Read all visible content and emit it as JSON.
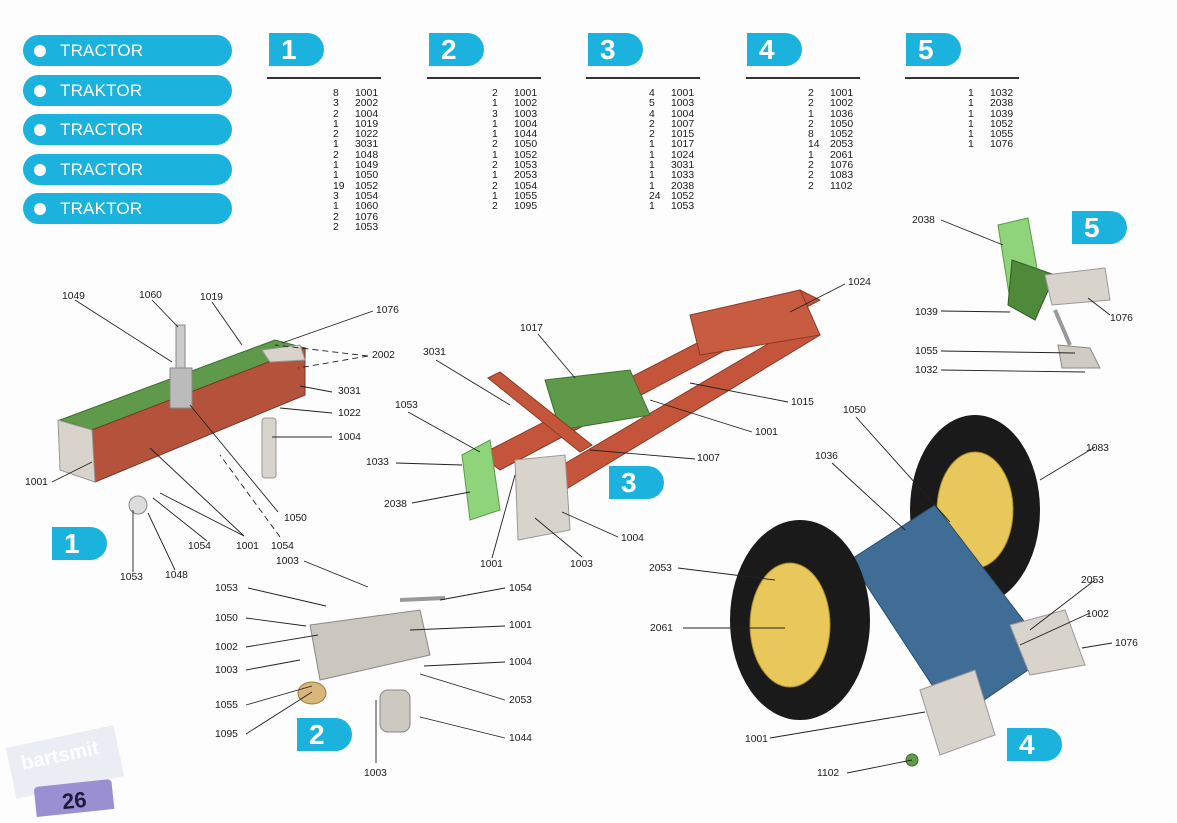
{
  "colors": {
    "accent": "#1bb3de",
    "text": "#1a1a1a",
    "page_tab": "#9a8fd0"
  },
  "titles": [
    "TRACTOR",
    "TRAKTOR",
    "TRACTOR",
    "TRACTOR",
    "TRAKTOR"
  ],
  "steps": [
    {
      "number": "1",
      "parts": [
        {
          "qty": "8",
          "part": "1001"
        },
        {
          "qty": "3",
          "part": "2002"
        },
        {
          "qty": "2",
          "part": "1004"
        },
        {
          "qty": "1",
          "part": "1019"
        },
        {
          "qty": "2",
          "part": "1022"
        },
        {
          "qty": "1",
          "part": "3031"
        },
        {
          "qty": "2",
          "part": "1048"
        },
        {
          "qty": "1",
          "part": "1049"
        },
        {
          "qty": "1",
          "part": "1050"
        },
        {
          "qty": "19",
          "part": "1052"
        },
        {
          "qty": "3",
          "part": "1054"
        },
        {
          "qty": "1",
          "part": "1060"
        },
        {
          "qty": "2",
          "part": "1076"
        },
        {
          "qty": "2",
          "part": "1053"
        }
      ]
    },
    {
      "number": "2",
      "parts": [
        {
          "qty": "2",
          "part": "1001"
        },
        {
          "qty": "1",
          "part": "1002"
        },
        {
          "qty": "3",
          "part": "1003"
        },
        {
          "qty": "1",
          "part": "1004"
        },
        {
          "qty": "1",
          "part": "1044"
        },
        {
          "qty": "2",
          "part": "1050"
        },
        {
          "qty": "1",
          "part": "1052"
        },
        {
          "qty": "2",
          "part": "1053"
        },
        {
          "qty": "1",
          "part": "2053"
        },
        {
          "qty": "2",
          "part": "1054"
        },
        {
          "qty": "1",
          "part": "1055"
        },
        {
          "qty": "2",
          "part": "1095"
        }
      ]
    },
    {
      "number": "3",
      "parts": [
        {
          "qty": "4",
          "part": "1001"
        },
        {
          "qty": "5",
          "part": "1003"
        },
        {
          "qty": "4",
          "part": "1004"
        },
        {
          "qty": "2",
          "part": "1007"
        },
        {
          "qty": "2",
          "part": "1015"
        },
        {
          "qty": "1",
          "part": "1017"
        },
        {
          "qty": "1",
          "part": "1024"
        },
        {
          "qty": "1",
          "part": "3031"
        },
        {
          "qty": "1",
          "part": "1033"
        },
        {
          "qty": "1",
          "part": "2038"
        },
        {
          "qty": "24",
          "part": "1052"
        },
        {
          "qty": "1",
          "part": "1053"
        }
      ]
    },
    {
      "number": "4",
      "parts": [
        {
          "qty": "2",
          "part": "1001"
        },
        {
          "qty": "2",
          "part": "1002"
        },
        {
          "qty": "1",
          "part": "1036"
        },
        {
          "qty": "2",
          "part": "1050"
        },
        {
          "qty": "8",
          "part": "1052"
        },
        {
          "qty": "14",
          "part": "2053"
        },
        {
          "qty": "1",
          "part": "2061"
        },
        {
          "qty": "2",
          "part": "1076"
        },
        {
          "qty": "2",
          "part": "1083"
        },
        {
          "qty": "2",
          "part": "1102"
        }
      ]
    },
    {
      "number": "5",
      "parts": [
        {
          "qty": "1",
          "part": "1032"
        },
        {
          "qty": "1",
          "part": "2038"
        },
        {
          "qty": "1",
          "part": "1039"
        },
        {
          "qty": "1",
          "part": "1052"
        },
        {
          "qty": "1",
          "part": "1055"
        },
        {
          "qty": "1",
          "part": "1076"
        }
      ]
    }
  ],
  "diagram_badges": [
    "1",
    "2",
    "3",
    "4",
    "5"
  ],
  "callouts": {
    "d1": [
      "1049",
      "1060",
      "1019",
      "1076",
      "2002",
      "3031",
      "1022",
      "1004",
      "1001",
      "1050",
      "1054",
      "1001",
      "1054",
      "1053",
      "1048"
    ],
    "d2": [
      "1003",
      "1053",
      "1050",
      "1002",
      "1003",
      "1055",
      "1095",
      "1054",
      "1001",
      "1004",
      "2053",
      "1044",
      "1003"
    ],
    "d3": [
      "1017",
      "3031",
      "1053",
      "1033",
      "2038",
      "1001",
      "1003",
      "1004",
      "1007",
      "1001",
      "1015",
      "1024"
    ],
    "d4": [
      "1050",
      "1036",
      "1083",
      "2053",
      "2061",
      "2053",
      "1002",
      "1076",
      "1001",
      "1102"
    ],
    "d5": [
      "2038",
      "1039",
      "1055",
      "1032",
      "1076"
    ]
  },
  "page_corner": {
    "watermark": "bartsmit",
    "page_number": "26"
  }
}
